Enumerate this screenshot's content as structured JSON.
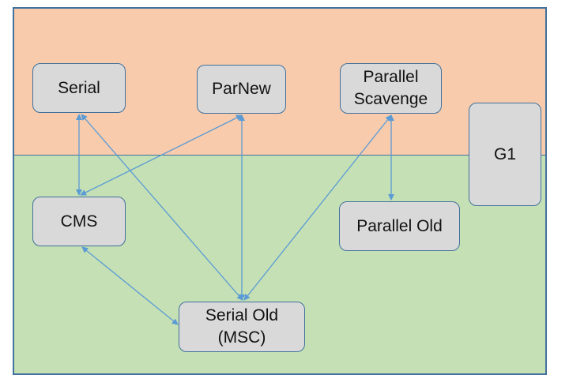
{
  "diagram": {
    "nodes": [
      {
        "id": "serial",
        "label": "Serial"
      },
      {
        "id": "parnew",
        "label": "ParNew"
      },
      {
        "id": "parallel-scavenge",
        "label": "Parallel\nScavenge"
      },
      {
        "id": "g1",
        "label": "G1"
      },
      {
        "id": "cms",
        "label": "CMS"
      },
      {
        "id": "parallel-old",
        "label": "Parallel Old"
      },
      {
        "id": "serial-old",
        "label": "Serial Old\n(MSC)"
      }
    ],
    "edges": [
      {
        "from": "serial",
        "to": "cms"
      },
      {
        "from": "serial",
        "to": "serial-old"
      },
      {
        "from": "parnew",
        "to": "cms"
      },
      {
        "from": "parnew",
        "to": "serial-old"
      },
      {
        "from": "parallel-scavenge",
        "to": "serial-old"
      },
      {
        "from": "parallel-scavenge",
        "to": "parallel-old"
      },
      {
        "from": "cms",
        "to": "serial-old"
      }
    ],
    "colors": {
      "young_region": "#f8cbad",
      "old_region": "#c5e0b4",
      "node_fill": "#d9d9d9",
      "border": "#41719c",
      "arrow": "#5b9bd5"
    }
  }
}
